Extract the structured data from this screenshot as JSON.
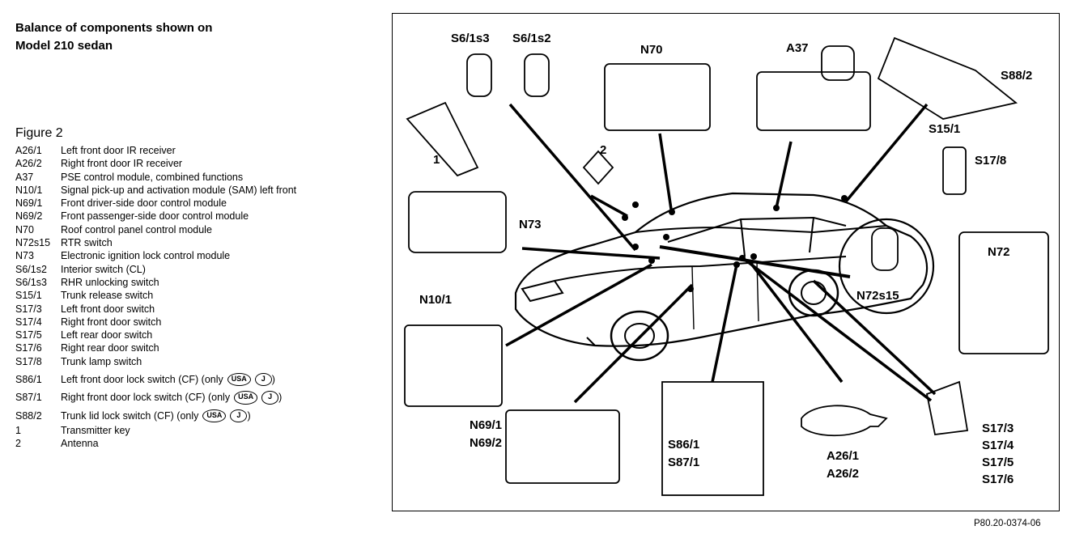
{
  "heading": {
    "line1": "Balance of components shown on",
    "line2": "Model 210 sedan"
  },
  "figure_title": "Figure 2",
  "legend": [
    {
      "code": "A26/1",
      "desc": "Left front door IR receiver"
    },
    {
      "code": "A26/2",
      "desc": "Right front door IR receiver"
    },
    {
      "code": "A37",
      "desc": "PSE control module, combined functions"
    },
    {
      "code": "N10/1",
      "desc": "Signal pick-up and activation module (SAM) left front"
    },
    {
      "code": "N69/1",
      "desc": "Front driver-side door control module"
    },
    {
      "code": "N69/2",
      "desc": "Front passenger-side door control module"
    },
    {
      "code": "N70",
      "desc": "Roof control panel control module"
    },
    {
      "code": "N72s15",
      "desc": "RTR switch"
    },
    {
      "code": "N73",
      "desc": "Electronic ignition lock control module"
    },
    {
      "code": "S6/1s2",
      "desc": "Interior switch (CL)"
    },
    {
      "code": "S6/1s3",
      "desc": "RHR unlocking switch"
    },
    {
      "code": "S15/1",
      "desc": "Trunk release switch"
    },
    {
      "code": "S17/3",
      "desc": "Left front door switch"
    },
    {
      "code": "S17/4",
      "desc": "Right front door switch"
    },
    {
      "code": "S17/5",
      "desc": "Left rear door switch"
    },
    {
      "code": "S17/6",
      "desc": "Right rear door switch"
    },
    {
      "code": "S17/8",
      "desc": "Trunk lamp switch"
    }
  ],
  "legend_cf": [
    {
      "code": "S86/1",
      "desc": "Left front door lock switch (CF) (only",
      "badge1": "USA",
      "badge2": "J",
      "close": ")"
    },
    {
      "code": "S87/1",
      "desc": "Right front door lock switch (CF) (only",
      "badge1": "USA",
      "badge2": "J",
      "close": ")"
    },
    {
      "code": "S88/2",
      "desc": "Trunk lid lock switch (CF) (only",
      "badge1": "USA",
      "badge2": "J",
      "close": ")"
    }
  ],
  "legend_items": [
    {
      "code": "1",
      "desc": "Transmitter key"
    },
    {
      "code": "2",
      "desc": "Antenna"
    }
  ],
  "diagram_labels": {
    "s6_1s3": "S6/1s3",
    "s6_1s2": "S6/1s2",
    "n70": "N70",
    "a37": "A37",
    "s88_2": "S88/2",
    "s15_1": "S15/1",
    "s17_8": "S17/8",
    "key_1": "1",
    "antenna_2": "2",
    "n73": "N73",
    "n72": "N72",
    "n72s15": "N72s15",
    "n10_1": "N10/1",
    "n69_1": "N69/1",
    "n69_2": "N69/2",
    "s86_1": "S86/1",
    "s87_1": "S87/1",
    "a26_1": "A26/1",
    "a26_2": "A26/2",
    "s17_3": "S17/3",
    "s17_4": "S17/4",
    "s17_5": "S17/5",
    "s17_6": "S17/6"
  },
  "footer_code": "P80.20-0374-06"
}
